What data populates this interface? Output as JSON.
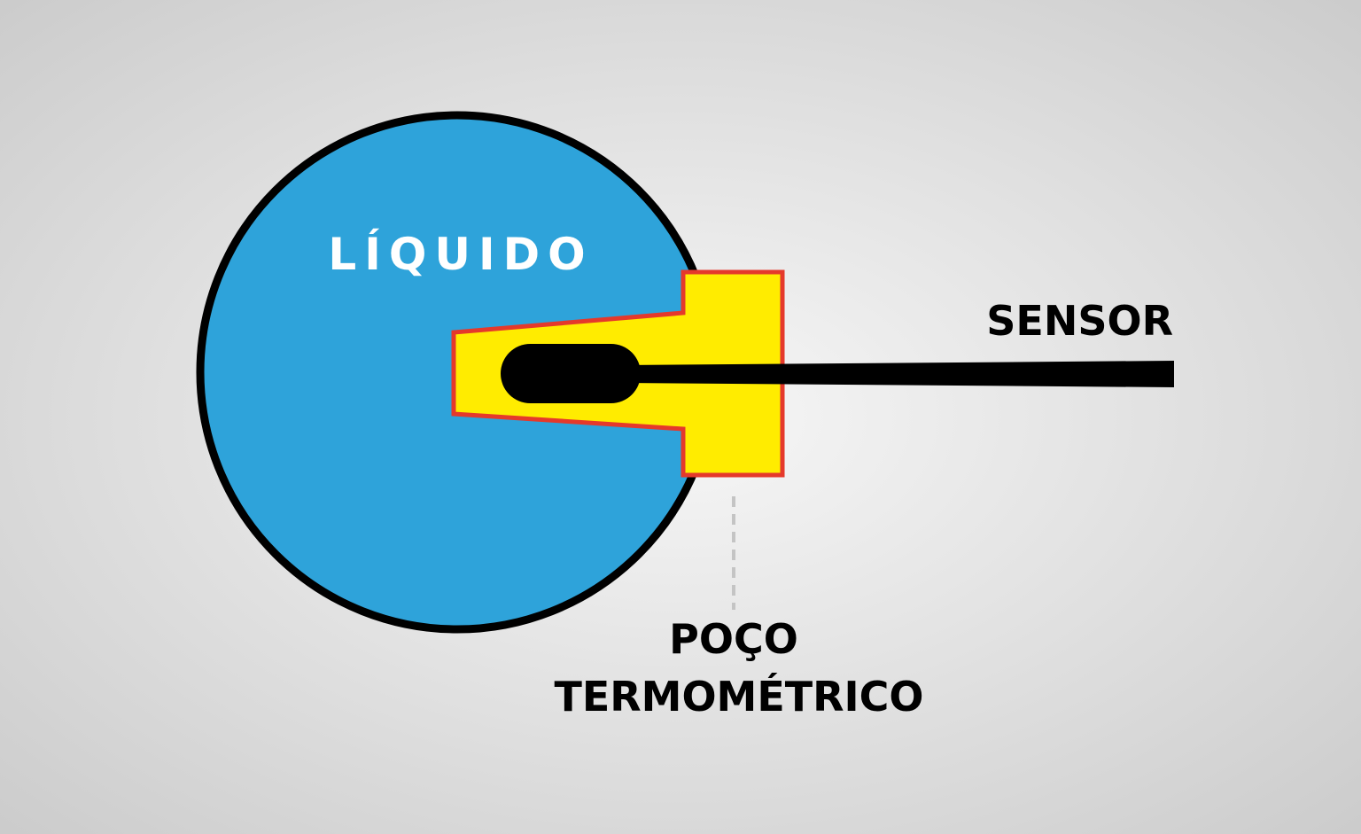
{
  "diagram": {
    "labels": {
      "liquid": "LÍQUIDO",
      "sensor": "SENSOR",
      "well_line1": "POÇO",
      "well_line2": "TERMOMÉTRICO"
    },
    "colors": {
      "background_center": "#f7f7f7",
      "background_edge": "#c9c9c9",
      "liquid": "#2ea3da",
      "outline": "#000000",
      "well_fill": "#ffec00",
      "well_border": "#e5392b",
      "sensor": "#000000",
      "leader_line": "#c4c4c4",
      "liquid_text": "#ffffff",
      "label_text": "#000000"
    }
  }
}
